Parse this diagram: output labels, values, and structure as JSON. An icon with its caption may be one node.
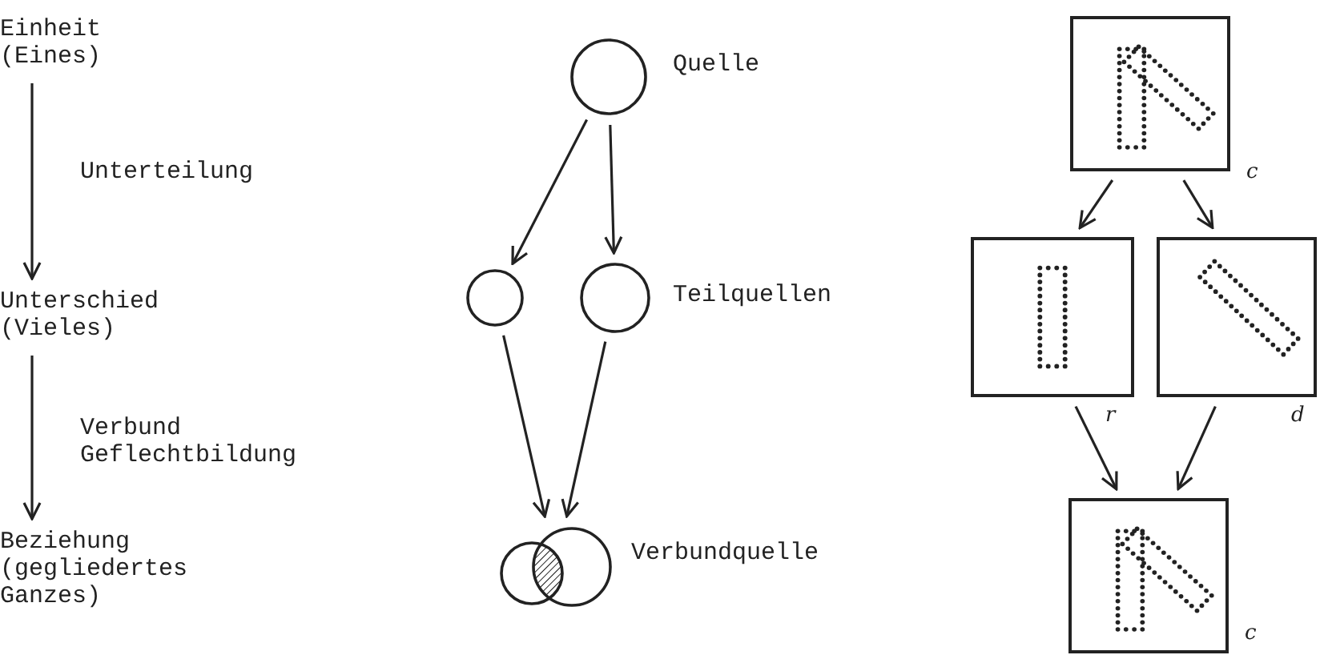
{
  "diagram": {
    "nodes": [
      {
        "text": [
          "Einheit (Eines)"
        ]
      },
      {
        "text": [
          "Unterschied (Vieles)"
        ]
      },
      {
        "text": [
          "Beziehung (gegliedertes Ganzes)"
        ]
      },
      {
        "text": [],
        "shape": "circle",
        "beside": [
          "Quelle"
        ]
      },
      {
        "text": [],
        "shape": "circle"
      },
      {
        "text": [],
        "shape": "circle",
        "beside": [
          "Teilquellen"
        ]
      },
      {
        "text": [],
        "shape": "circle",
        "beside": [
          "Verbundquelle"
        ]
      },
      {
        "text": [],
        "shape": "box",
        "beside": [
          "c"
        ]
      },
      {
        "text": [],
        "shape": "box",
        "beside": [
          "r"
        ]
      },
      {
        "text": [],
        "shape": "box",
        "beside": [
          "d"
        ]
      },
      {
        "text": [],
        "shape": "box",
        "beside": [
          "c"
        ]
      }
    ],
    "edges": [
      {
        "from": 0,
        "to": 1,
        "arrow": "to",
        "label": "Unterteilung"
      },
      {
        "from": 1,
        "to": 2,
        "arrow": "to",
        "label": "Verbund Geflechtbildung"
      },
      {
        "from": 3,
        "to": 4,
        "arrow": "to"
      },
      {
        "from": 3,
        "to": 5,
        "arrow": "to"
      },
      {
        "from": 4,
        "to": 6,
        "arrow": "to"
      },
      {
        "from": 5,
        "to": 6,
        "arrow": "to"
      },
      {
        "from": 7,
        "to": 8,
        "arrow": "to"
      },
      {
        "from": 7,
        "to": 9,
        "arrow": "to"
      },
      {
        "from": 8,
        "to": 10,
        "arrow": "to"
      },
      {
        "from": 9,
        "to": 10,
        "arrow": "to"
      }
    ]
  }
}
